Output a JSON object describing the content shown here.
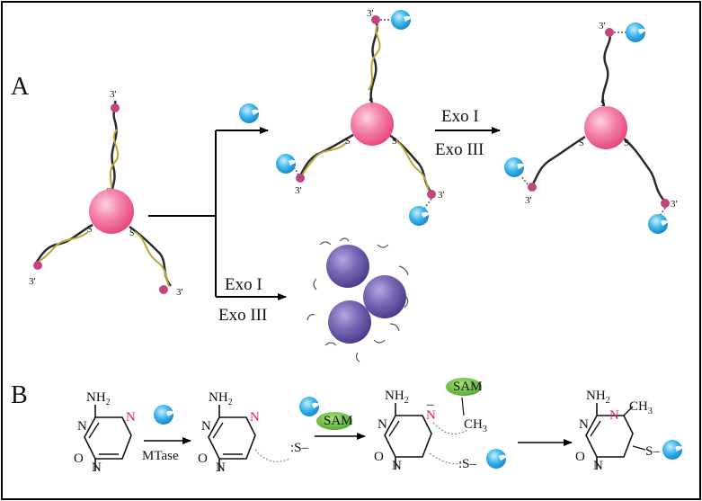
{
  "panel_a": {
    "label": "A",
    "top_enzyme_1": "Exo I",
    "top_enzyme_2": "Exo III",
    "bottom_enzyme_1": "Exo I",
    "bottom_enzyme_2": "Exo III",
    "strand_end": "3'",
    "thiol_link": "S"
  },
  "panel_b": {
    "label": "B",
    "enzyme": "MTase",
    "cofactor": "SAM",
    "nh2": "NH",
    "sub2": "2",
    "ch3": "CH",
    "sub3": "3",
    "n": "N",
    "o": "O",
    "s": "S",
    "minus": "–",
    "lone_pair_s": ":S–",
    "lone_pair_s_left": "S–"
  },
  "colors": {
    "gold_nanoparticle": "#f06a93",
    "gold_highlight": "#ffd3e1",
    "aggregated_particle": "#6d5aa8",
    "aggregated_highlight": "#b7a8e3",
    "protein": "#2aa6e6",
    "protein_highlight": "#cdeefd",
    "sam_badge": "#66c23a",
    "complement_strand": "#b8a63a",
    "dna_strand": "#2b2b2b",
    "methyl_site": "#c4447e",
    "nitrogen_highlight": "#e0226e"
  },
  "icons": [
    "gold-nanoparticle",
    "mtase-protein-icon",
    "aggregated-nanoparticles",
    "sam-badge",
    "reaction-arrow"
  ]
}
